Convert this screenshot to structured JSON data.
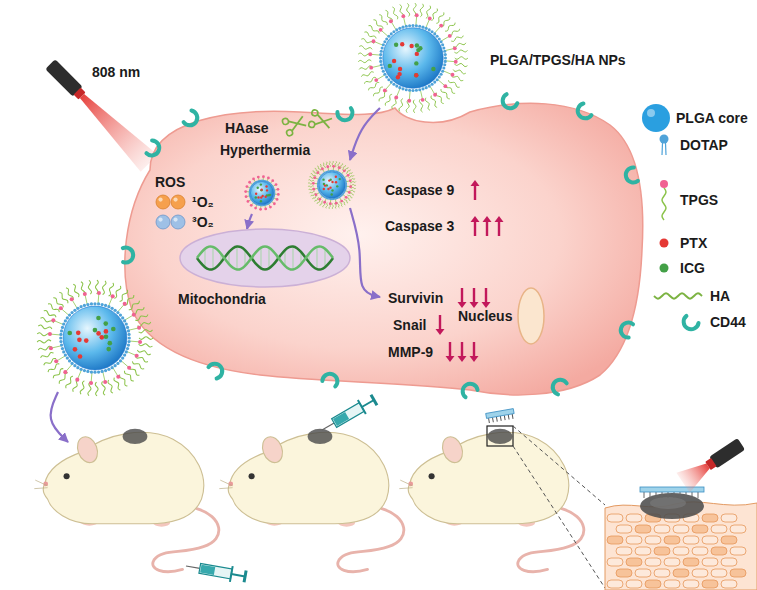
{
  "diagram": {
    "nodes": [
      {
        "text": [
          "HAase",
          "Hyperthermia",
          "ROS",
          "¹O₂",
          "³O₂",
          "Caspase 9",
          "Caspase 3",
          "Survivin",
          "Snail",
          "MMP-9"
        ]
      },
      {
        "text": [
          "Mitochondria"
        ],
        "in": 0
      },
      {
        "text": [
          "Nucleus"
        ],
        "in": 0
      }
    ],
    "labels": [
      "808 nm",
      "PLGA/TPGS/HA NPs"
    ],
    "legend": [
      {
        "text": "PLGA core",
        "color": "#2a9fe0"
      },
      {
        "text": "DOTAP"
      },
      {
        "text": "TPGS"
      },
      {
        "text": "PTX",
        "color": "#e53935"
      },
      {
        "text": "ICG",
        "color": "#43a047"
      },
      {
        "text": "HA"
      },
      {
        "text": "CD44"
      }
    ]
  }
}
